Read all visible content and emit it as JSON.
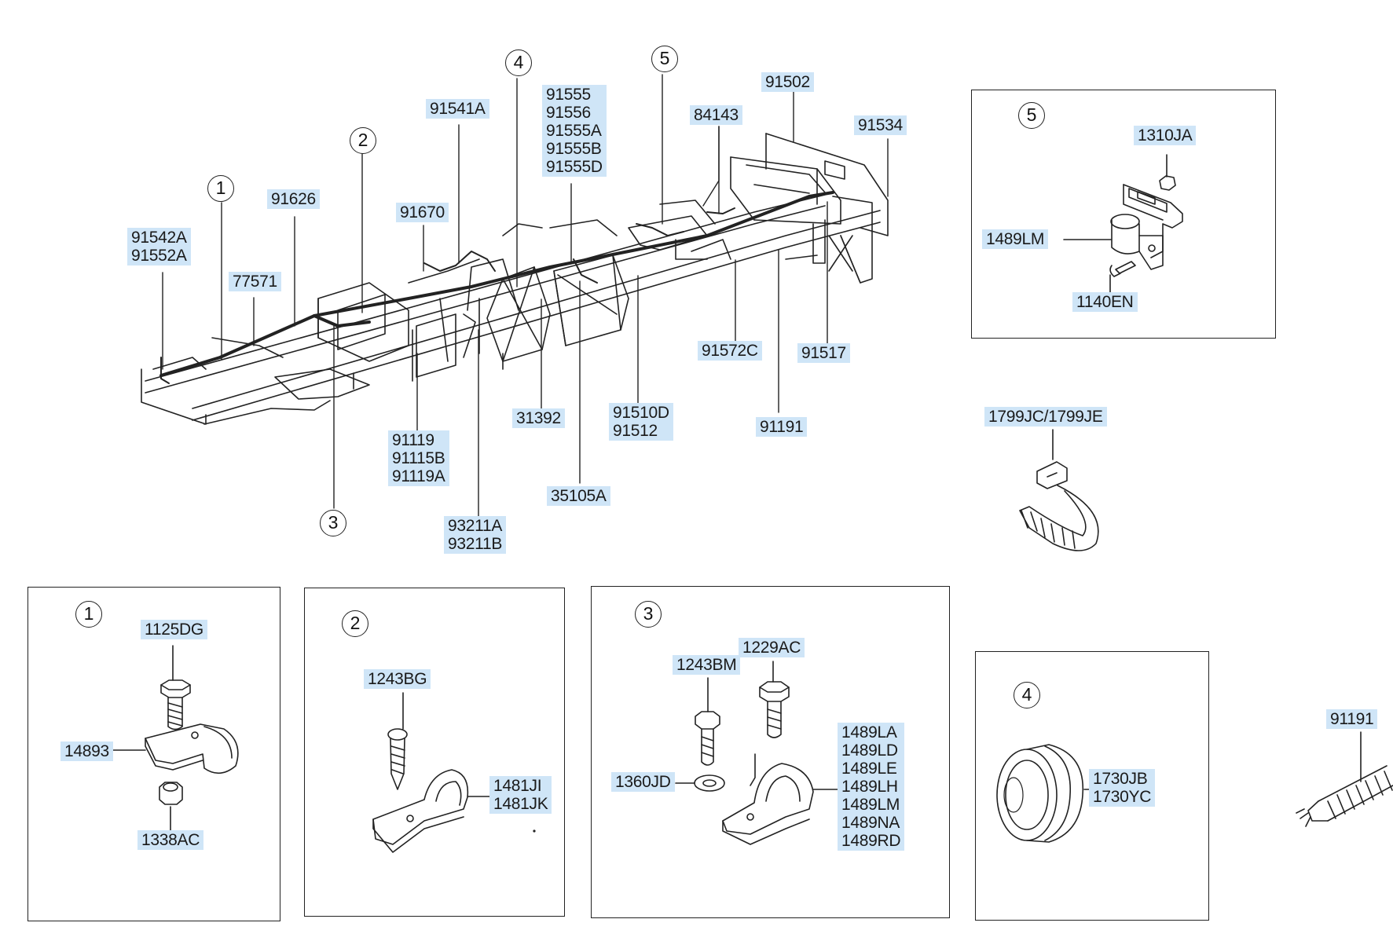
{
  "callouts": {
    "c1": "1",
    "c2": "2",
    "c3": "3",
    "c4": "4",
    "c5": "5"
  },
  "labels": {
    "main_91542A": [
      "91542A",
      "91552A"
    ],
    "main_91626": [
      "91626"
    ],
    "main_77571": [
      "77571"
    ],
    "main_91670": [
      "91670"
    ],
    "main_91541A": [
      "91541A"
    ],
    "main_91555": [
      "91555",
      "91556",
      "91555A",
      "91555B",
      "91555D"
    ],
    "main_84143": [
      "84143"
    ],
    "main_91502": [
      "91502"
    ],
    "main_91534": [
      "91534"
    ],
    "main_91572C": [
      "91572C"
    ],
    "main_91517": [
      "91517"
    ],
    "main_91191": [
      "91191"
    ],
    "main_91510D": [
      "91510D",
      "91512"
    ],
    "main_31392": [
      "31392"
    ],
    "main_91119": [
      "91119",
      "91115B",
      "91119A"
    ],
    "main_35105A": [
      "35105A"
    ],
    "main_93211A": [
      "93211A",
      "93211B"
    ],
    "d5_1310JA": [
      "1310JA"
    ],
    "d5_1489LM": [
      "1489LM"
    ],
    "d5_1140EN": [
      "1140EN"
    ],
    "tie_1799": [
      "1799JC/1799JE"
    ],
    "d1_1125DG": [
      "1125DG"
    ],
    "d1_14893": [
      "14893"
    ],
    "d1_1338AC": [
      "1338AC"
    ],
    "d2_1243BG": [
      "1243BG"
    ],
    "d2_1481JI": [
      "1481JI",
      "1481JK"
    ],
    "d3_1243BM": [
      "1243BM"
    ],
    "d3_1229AC": [
      "1229AC"
    ],
    "d3_1360JD": [
      "1360JD"
    ],
    "d3_1489": [
      "1489LA",
      "1489LD",
      "1489LE",
      "1489LH",
      "1489LM",
      "1489NA",
      "1489RD"
    ],
    "d4_1730": [
      "1730JB",
      "1730YC"
    ],
    "side_91191": [
      "91191"
    ]
  },
  "colors": {
    "label_bg": "#cfe5f7",
    "line": "#222222"
  }
}
